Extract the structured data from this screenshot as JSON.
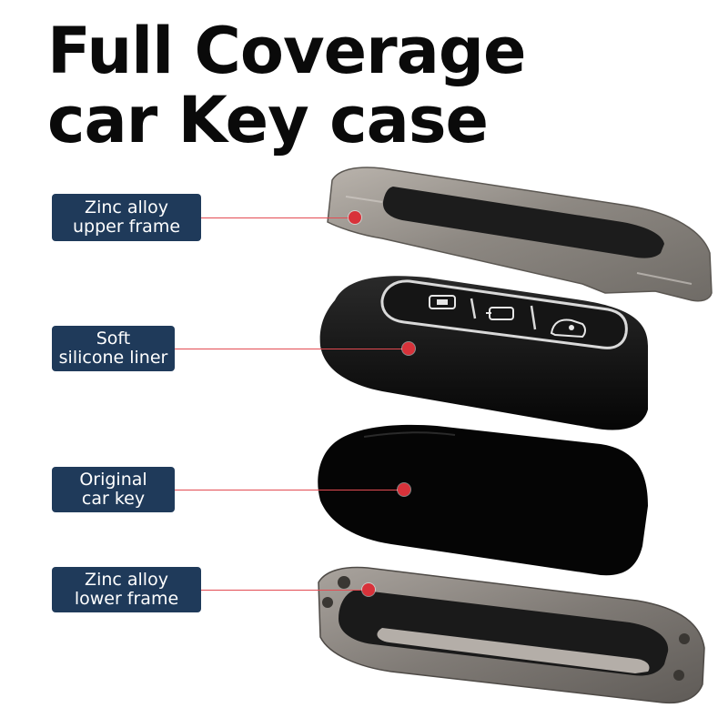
{
  "title": {
    "line1": "Full Coverage",
    "line2": "car Key case"
  },
  "callouts": [
    {
      "lines": [
        "Zinc alloy",
        "upper frame"
      ]
    },
    {
      "lines": [
        "Soft",
        "silicone liner"
      ]
    },
    {
      "lines": [
        "Original",
        "car key"
      ]
    },
    {
      "lines": [
        "Zinc alloy",
        "lower frame"
      ]
    }
  ],
  "colors": {
    "label_bg": "#1f3a5a",
    "label_text": "#ffffff",
    "leader_line": "#e34b52",
    "marker_dot": "#d8323a",
    "title_text": "#0a0a0a",
    "frame_metal": "#8a8580",
    "silicone": "#0b0b0b",
    "key_body": "#050505"
  },
  "icons": [
    "lock-icon",
    "unlock-icon",
    "trunk-icon"
  ]
}
